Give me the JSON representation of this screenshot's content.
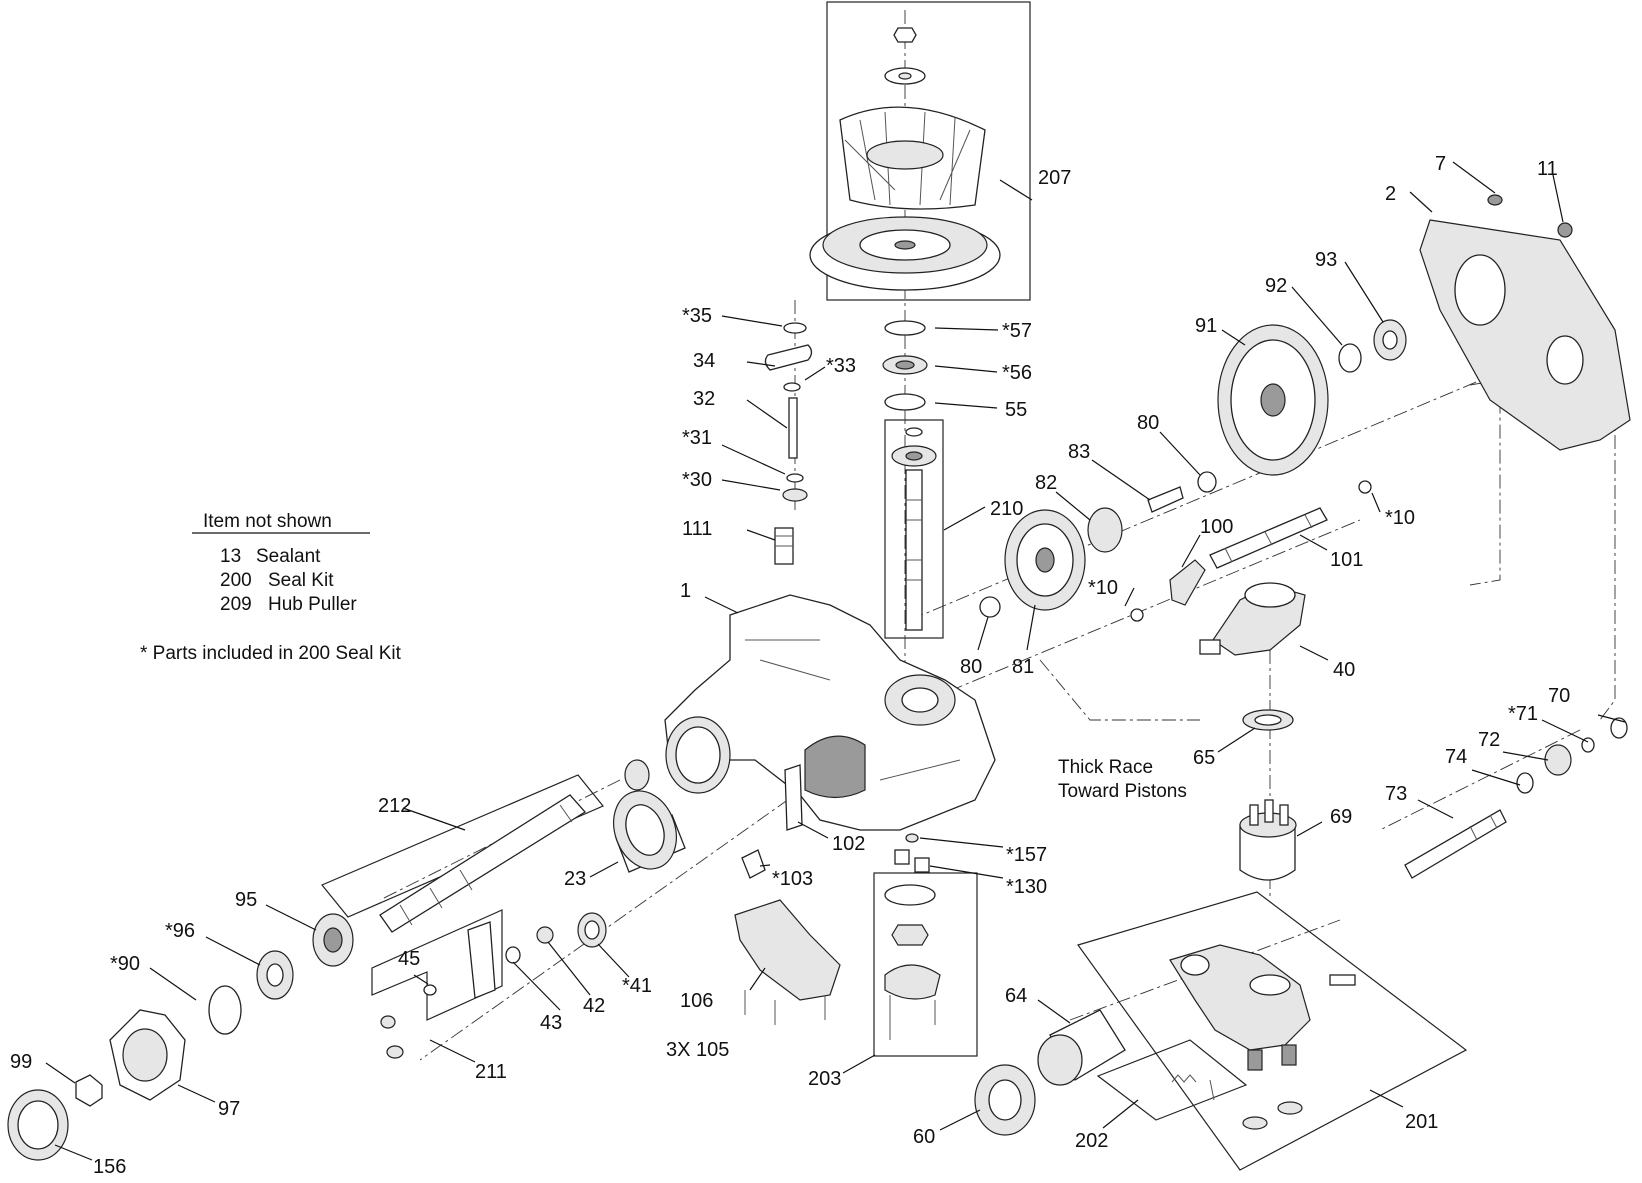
{
  "notes": {
    "heading": "Item not shown",
    "rows": [
      {
        "num": "13",
        "desc": "Sealant"
      },
      {
        "num": "200",
        "desc": "Seal Kit"
      },
      {
        "num": "209",
        "desc": "Hub Puller"
      }
    ],
    "footnote": "* Parts included in 200 Seal Kit"
  },
  "annotation": {
    "line1": "Thick Race",
    "line2": "Toward Pistons"
  },
  "callouts": [
    {
      "id": "c207",
      "label": "207"
    },
    {
      "id": "c7",
      "label": "7"
    },
    {
      "id": "c11",
      "label": "11"
    },
    {
      "id": "c2",
      "label": "2"
    },
    {
      "id": "c93",
      "label": "93"
    },
    {
      "id": "c92",
      "label": "92"
    },
    {
      "id": "c91",
      "label": "91"
    },
    {
      "id": "c35",
      "label": "*35"
    },
    {
      "id": "c57",
      "label": "*57"
    },
    {
      "id": "c34",
      "label": "34"
    },
    {
      "id": "c33",
      "label": "*33"
    },
    {
      "id": "c56",
      "label": "*56"
    },
    {
      "id": "c32",
      "label": "32"
    },
    {
      "id": "c55",
      "label": "55"
    },
    {
      "id": "c80a",
      "label": "80"
    },
    {
      "id": "c31",
      "label": "*31"
    },
    {
      "id": "c83",
      "label": "83"
    },
    {
      "id": "c30",
      "label": "*30"
    },
    {
      "id": "c82",
      "label": "82"
    },
    {
      "id": "c210",
      "label": "210"
    },
    {
      "id": "c10a",
      "label": "*10"
    },
    {
      "id": "c100",
      "label": "100"
    },
    {
      "id": "c111",
      "label": "111"
    },
    {
      "id": "c101",
      "label": "101"
    },
    {
      "id": "c10b",
      "label": "*10"
    },
    {
      "id": "c1",
      "label": "1"
    },
    {
      "id": "c80b",
      "label": "80"
    },
    {
      "id": "c81",
      "label": "81"
    },
    {
      "id": "c40",
      "label": "40"
    },
    {
      "id": "c70",
      "label": "70"
    },
    {
      "id": "c71",
      "label": "*71"
    },
    {
      "id": "c72",
      "label": "72"
    },
    {
      "id": "c65",
      "label": "65"
    },
    {
      "id": "c74",
      "label": "74"
    },
    {
      "id": "c212",
      "label": "212"
    },
    {
      "id": "c73",
      "label": "73"
    },
    {
      "id": "c69",
      "label": "69"
    },
    {
      "id": "c102",
      "label": "102"
    },
    {
      "id": "c157",
      "label": "*157"
    },
    {
      "id": "c103",
      "label": "*103"
    },
    {
      "id": "c23",
      "label": "23"
    },
    {
      "id": "c130",
      "label": "*130"
    },
    {
      "id": "c95",
      "label": "95"
    },
    {
      "id": "c96",
      "label": "*96"
    },
    {
      "id": "c90",
      "label": "*90"
    },
    {
      "id": "c45",
      "label": "45"
    },
    {
      "id": "c41",
      "label": "*41"
    },
    {
      "id": "c106",
      "label": "106"
    },
    {
      "id": "c43",
      "label": "43"
    },
    {
      "id": "c42",
      "label": "42"
    },
    {
      "id": "c64",
      "label": "64"
    },
    {
      "id": "c99",
      "label": "99"
    },
    {
      "id": "c105",
      "label": "3X 105"
    },
    {
      "id": "c211",
      "label": "211"
    },
    {
      "id": "c97",
      "label": "97"
    },
    {
      "id": "c203",
      "label": "203"
    },
    {
      "id": "c201",
      "label": "201"
    },
    {
      "id": "c60",
      "label": "60"
    },
    {
      "id": "c202",
      "label": "202"
    },
    {
      "id": "c156",
      "label": "156"
    }
  ]
}
